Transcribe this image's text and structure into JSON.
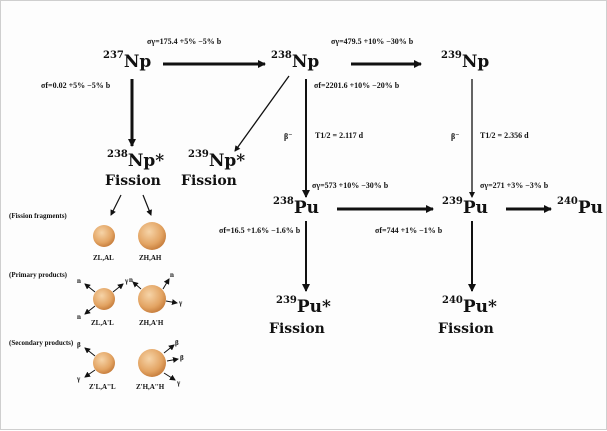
{
  "nuclides": {
    "np237": {
      "mass": "237",
      "sym": "Np"
    },
    "np238": {
      "mass": "238",
      "sym": "Np"
    },
    "np239": {
      "mass": "239",
      "sym": "Np"
    },
    "np238x": {
      "mass": "238",
      "sym": "Np*"
    },
    "np239x": {
      "mass": "239",
      "sym": "Np*"
    },
    "pu238": {
      "mass": "238",
      "sym": "Pu"
    },
    "pu239": {
      "mass": "239",
      "sym": "Pu"
    },
    "pu240": {
      "mass": "240",
      "sym": "Pu"
    },
    "pu239x": {
      "mass": "239",
      "sym": "Pu*"
    },
    "pu240x": {
      "mass": "240",
      "sym": "Pu*"
    }
  },
  "fission_label": "Fission",
  "cross_sections": {
    "np237_gamma": "σγ=175.4 +5% −5% b",
    "np238_gamma": "σγ=479.5 +10% −30% b",
    "np237_fission": "σf=0.02 +5% −5% b",
    "np238_fission": "σf=2201.6 +10% −20% b",
    "pu238_gamma": "σγ=573 +10% −30% b",
    "pu239_gamma": "σγ=271 +3% −3% b",
    "pu238_fission": "σf=16.5 +1.6% −1.6% b",
    "pu239_fission": "σf=744 +1% −1% b"
  },
  "decays": {
    "np238": {
      "beta": "β⁻",
      "half_life": "T1/2 = 2.117 d"
    },
    "np239": {
      "beta": "β⁻",
      "half_life": "T1/2 = 2.356 d"
    }
  },
  "fission_stages": {
    "fragments": "(Fission fragments)",
    "primary": "(Primary products)",
    "secondary": "(Secondary products)"
  },
  "fragment_labels": {
    "light": "ZL,AL",
    "heavy": "ZH,AH",
    "light_primary": "ZL,A'L",
    "heavy_primary": "ZH,A'H",
    "light_secondary": "Z'L,A''L",
    "heavy_secondary": "Z'H,A''H"
  },
  "particles": {
    "neutron": "n",
    "gamma": "γ",
    "beta": "β"
  },
  "colors": {
    "line": "#111111",
    "fragment_fill": "#e3a463",
    "fragment_highlight": "#f6d4a8"
  }
}
